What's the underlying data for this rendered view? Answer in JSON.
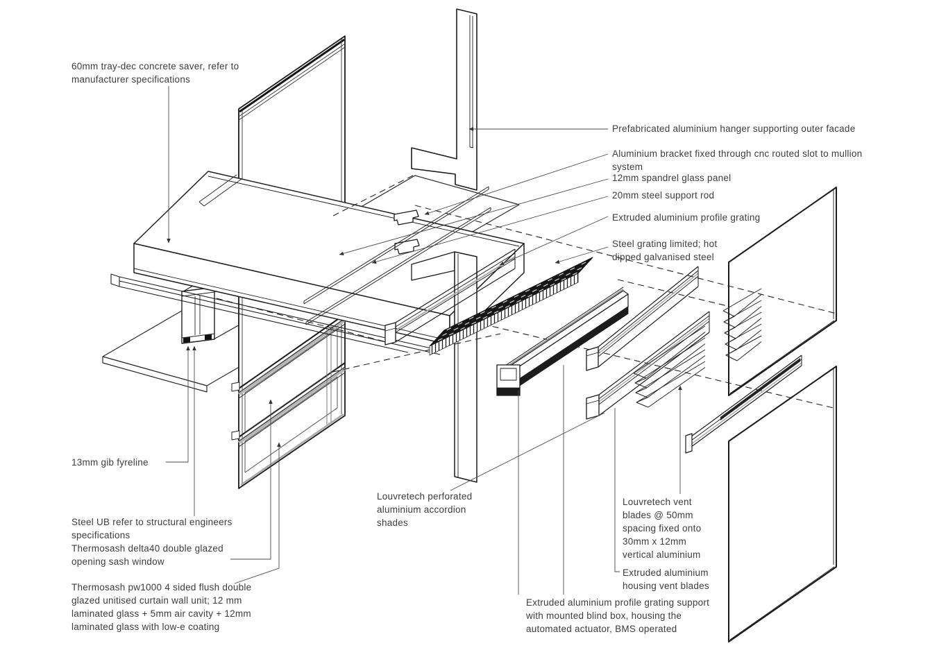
{
  "drawing": {
    "type": "exploded axonometric facade assembly detail",
    "line_color": "#1f1f1f",
    "accent_gray": "#9a9a9a",
    "grating_fill": "#161616",
    "background": "#ffffff"
  },
  "labels": {
    "tray_dec": {
      "text": "60mm tray-dec concrete saver, refer to\nmanufacturer specifications"
    },
    "hanger": {
      "text": "Prefabricated aluminium hanger supporting outer facade"
    },
    "bracket": {
      "text": "Aluminium bracket fixed through cnc routed slot to mullion\nsystem"
    },
    "spandrel": {
      "text": "12mm spandrel glass panel"
    },
    "support_rod": {
      "text": "20mm steel support rod"
    },
    "profile_grating": {
      "text": "Extruded aluminium profile grating"
    },
    "steel_grating": {
      "text": "Steel grating limited; hot\ndipped galvanised steel"
    },
    "gib_fyreline": {
      "text": "13mm gib fyreline"
    },
    "steel_ub": {
      "text": "Steel UB refer to structural engineers\nspecifications"
    },
    "delta40": {
      "text": "Thermosash delta40 double glazed\nopening sash window"
    },
    "pw1000": {
      "text": "Thermosash pw1000 4 sided flush double\nglazed unitised curtain wall unit; 12 mm\nlaminated glass + 5mm air cavity + 12mm\nlaminated glass with low-e coating"
    },
    "accordion_shades": {
      "text": "Louvretech perforated\naluminium accordion\nshades"
    },
    "vent_blades": {
      "text": "Louvretech vent\nblades @ 50mm\nspacing fixed onto\n30mm x 12mm\nvertical aluminium"
    },
    "housing_vent_blades": {
      "text": "Extruded aluminium\nhousing vent blades"
    },
    "grating_support": {
      "text": "Extruded aluminium profile grating support\nwith mounted blind box, housing the\nautomated actuator, BMS operated"
    }
  }
}
